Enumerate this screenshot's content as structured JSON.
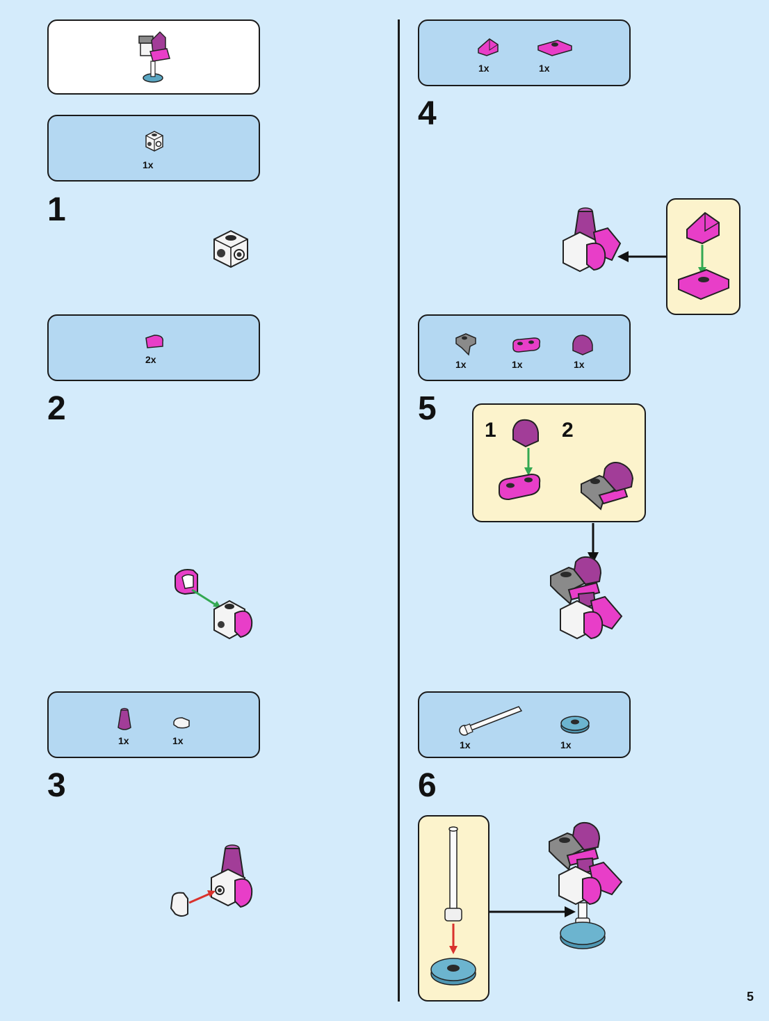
{
  "page_number": "5",
  "steps": [
    {
      "number": "1",
      "parts": [
        {
          "qty": "1x",
          "icon": "white-brick-icon"
        }
      ]
    },
    {
      "number": "2",
      "parts": [
        {
          "qty": "2x",
          "icon": "pink-curved-slope-icon"
        }
      ]
    },
    {
      "number": "3",
      "parts": [
        {
          "qty": "1x",
          "icon": "purple-cone-icon"
        },
        {
          "qty": "1x",
          "icon": "white-tile-icon"
        }
      ]
    },
    {
      "number": "4",
      "parts": [
        {
          "qty": "1x",
          "icon": "pink-slope-icon"
        },
        {
          "qty": "1x",
          "icon": "pink-jumper-plate-icon"
        }
      ]
    },
    {
      "number": "5",
      "parts": [
        {
          "qty": "1x",
          "icon": "gray-bracket-icon"
        },
        {
          "qty": "1x",
          "icon": "pink-plate-icon"
        },
        {
          "qty": "1x",
          "icon": "purple-curved-slope-icon"
        }
      ],
      "substeps": [
        "1",
        "2"
      ]
    },
    {
      "number": "6",
      "parts": [
        {
          "qty": "1x",
          "icon": "white-bar-icon"
        },
        {
          "qty": "1x",
          "icon": "teal-round-tile-icon"
        }
      ]
    }
  ],
  "colors": {
    "background": "#d4ebfb",
    "parts_panel": "#b4d8f2",
    "callout": "#fcf3cc",
    "magenta": "#e83ec8",
    "purple": "#a23d98",
    "gray": "#8a8a8a",
    "teal": "#5aa6c2",
    "arrow_green": "#33a852",
    "arrow_red": "#d9322d"
  }
}
